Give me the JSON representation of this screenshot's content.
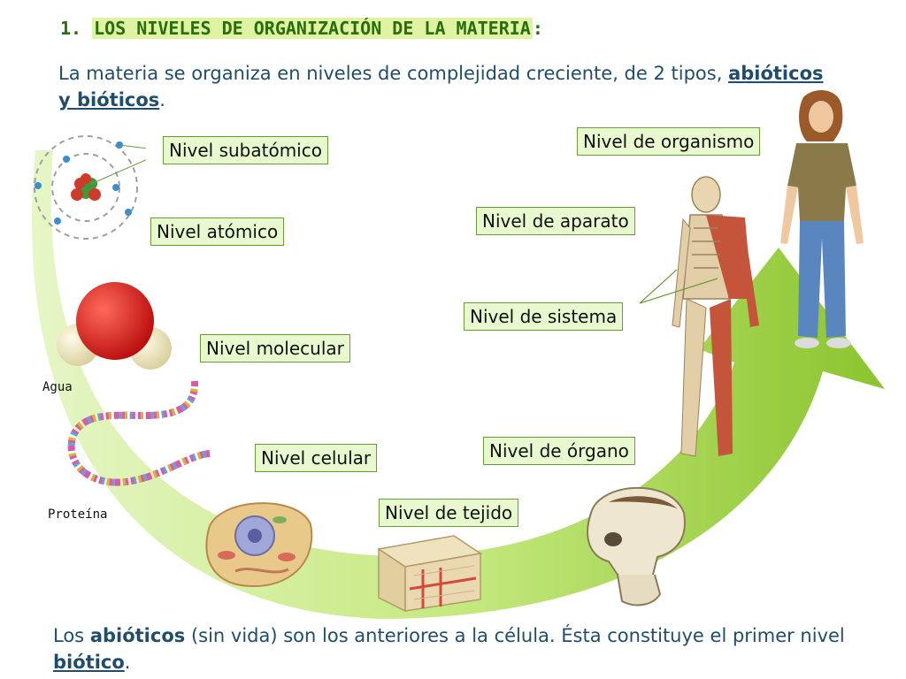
{
  "title": {
    "number": "1.",
    "text": "LOS NIVELES DE ORGANIZACIÓN DE LA MATERIA",
    "suffix": ":"
  },
  "intro": {
    "text": "La materia se organiza en niveles de complejidad creciente, de 2 tipos,",
    "emphasis": "abióticos y bióticos",
    "end": "."
  },
  "levels": {
    "subatomico": "Nivel subatómico",
    "atomico": "Nivel atómico",
    "molecular": "Nivel molecular",
    "celular": "Nivel celular",
    "tejido": "Nivel de tejido",
    "organo": "Nivel de órgano",
    "sistema": "Nivel de sistema",
    "aparato": "Nivel de aparato",
    "organismo": "Nivel de organismo"
  },
  "captions": {
    "agua": "Agua",
    "proteina": "Proteína"
  },
  "outro": {
    "p1": "Los",
    "b1": "abióticos",
    "p2": "(sin vida) son los anteriores a la célula. Ésta constituye el primer nivel",
    "b2": "biótico",
    "end": "."
  },
  "colors": {
    "arrow": "#9bd13c",
    "label_bg": "#e9f9cf",
    "text_blue": "#1f4d6b",
    "title_green": "#2a6e0a"
  },
  "icons": [
    "atom-icon",
    "water-molecule-icon",
    "protein-chain-icon",
    "cell-icon",
    "tissue-icon",
    "skull-icon",
    "human-anatomy-icon",
    "girl-figure-icon"
  ]
}
